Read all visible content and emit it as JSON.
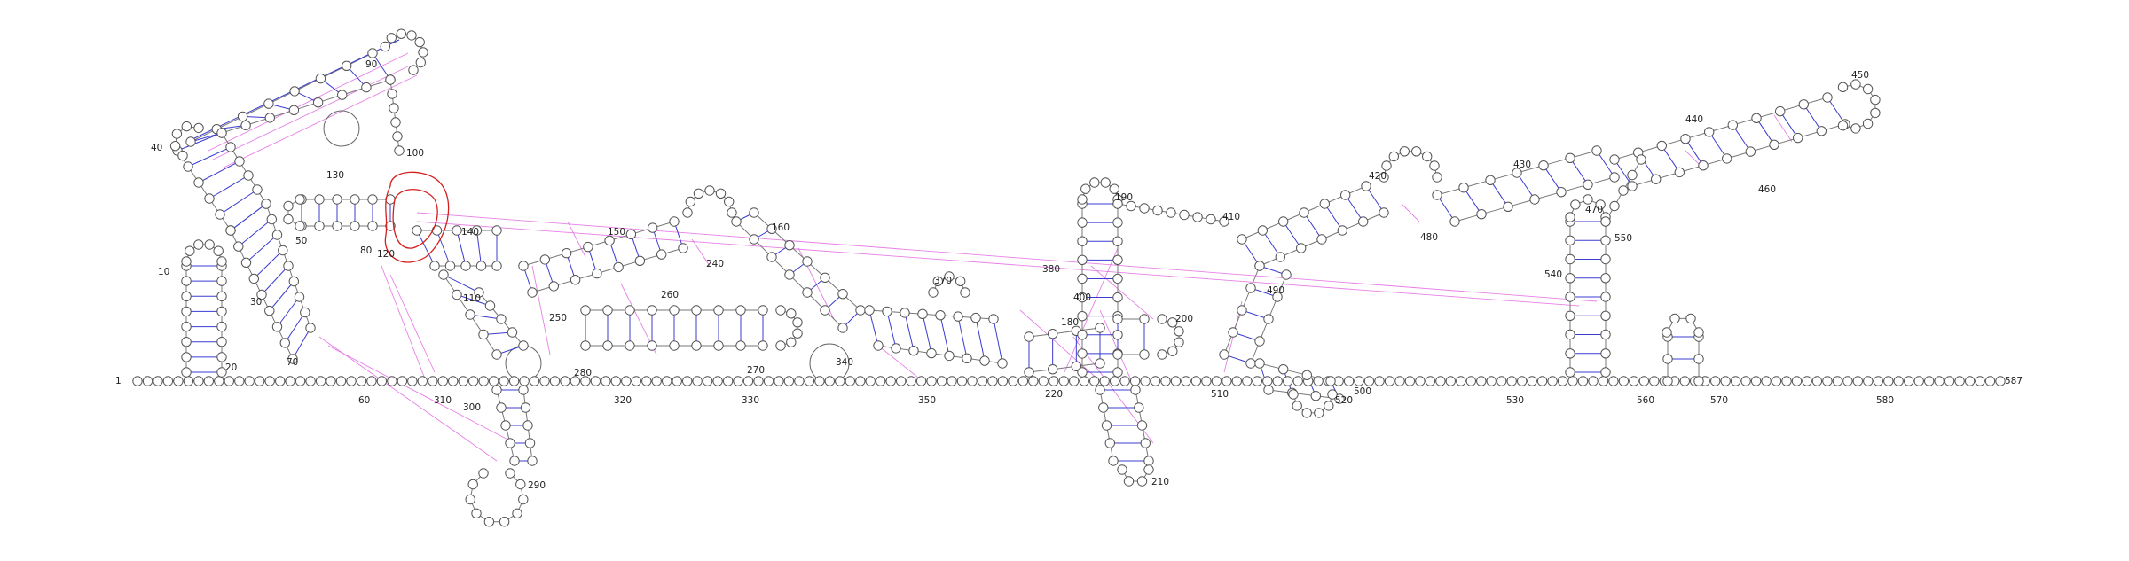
{
  "diagram": {
    "type": "rna-secondary-structure",
    "sequence_length": 587,
    "position_labels": [
      "1",
      "10",
      "20",
      "30",
      "40",
      "50",
      "60",
      "70",
      "80",
      "90",
      "100",
      "110",
      "120",
      "130",
      "140",
      "150",
      "160",
      "180",
      "190",
      "200",
      "210",
      "220",
      "240",
      "250",
      "260",
      "270",
      "280",
      "290",
      "300",
      "310",
      "320",
      "330",
      "340",
      "350",
      "370",
      "380",
      "400",
      "410",
      "420",
      "430",
      "440",
      "450",
      "460",
      "470",
      "480",
      "490",
      "500",
      "510",
      "520",
      "530",
      "540",
      "550",
      "560",
      "570",
      "580",
      "587"
    ],
    "colors": {
      "nucleotide_outline": "#555555",
      "canonical_pair": "#3b3bd0",
      "tertiary_contact": "#e36ae3",
      "highlight": "#d61f1f"
    }
  }
}
